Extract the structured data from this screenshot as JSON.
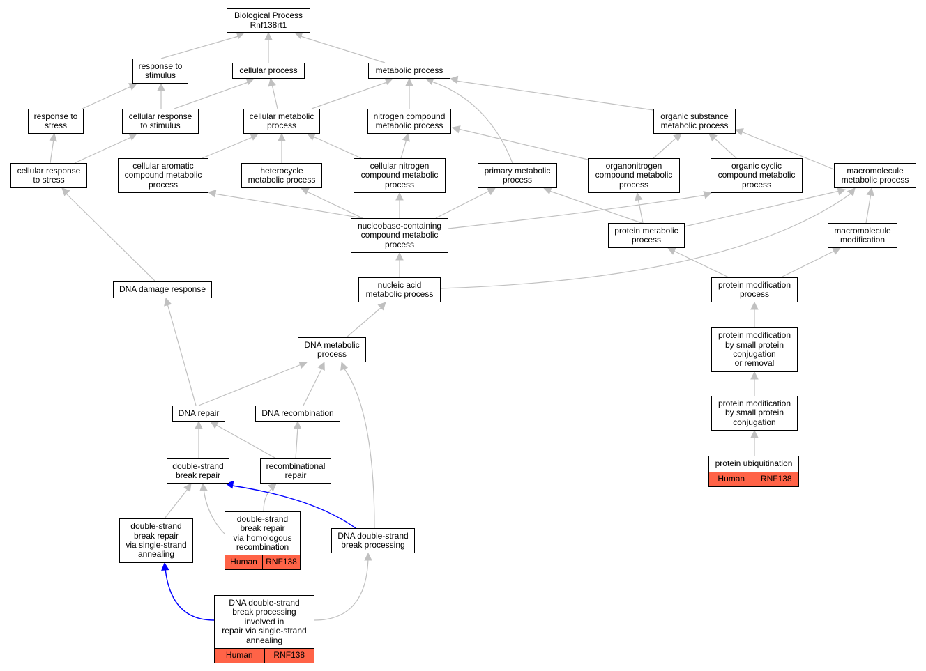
{
  "colors": {
    "edge": "#c0c0c0",
    "highlight_edge": "#0000ff",
    "annotation_fill": "#ff6347"
  },
  "nodes": {
    "biological_process": {
      "label": "Biological Process\nRnf138rt1"
    },
    "response_to_stimulus": {
      "label": "response to\nstimulus"
    },
    "cellular_process": {
      "label": "cellular process"
    },
    "metabolic_process": {
      "label": "metabolic process"
    },
    "response_to_stress": {
      "label": "response to\nstress"
    },
    "cellular_response_to_stimulus": {
      "label": "cellular response\nto stimulus"
    },
    "cellular_metabolic_process": {
      "label": "cellular metabolic\nprocess"
    },
    "nitrogen_compound_metabolic_process": {
      "label": "nitrogen compound\nmetabolic process"
    },
    "organic_substance_metabolic_process": {
      "label": "organic substance\nmetabolic process"
    },
    "cellular_response_to_stress": {
      "label": "cellular response\nto stress"
    },
    "cellular_aromatic_compound_metabolic_process": {
      "label": "cellular aromatic\ncompound metabolic\nprocess"
    },
    "heterocycle_metabolic_process": {
      "label": "heterocycle\nmetabolic process"
    },
    "cellular_nitrogen_compound_metabolic_process": {
      "label": "cellular nitrogen\ncompound metabolic\nprocess"
    },
    "primary_metabolic_process": {
      "label": "primary metabolic\nprocess"
    },
    "organonitrogen_compound_metabolic_process": {
      "label": "organonitrogen\ncompound metabolic\nprocess"
    },
    "organic_cyclic_compound_metabolic_process": {
      "label": "organic cyclic\ncompound metabolic\nprocess"
    },
    "macromolecule_metabolic_process": {
      "label": "macromolecule\nmetabolic process"
    },
    "nucleobase_containing_compound_metabolic_process": {
      "label": "nucleobase-containing\ncompound metabolic\nprocess"
    },
    "protein_metabolic_process": {
      "label": "protein metabolic\nprocess"
    },
    "macromolecule_modification": {
      "label": "macromolecule\nmodification"
    },
    "dna_damage_response": {
      "label": "DNA damage response"
    },
    "nucleic_acid_metabolic_process": {
      "label": "nucleic acid\nmetabolic process"
    },
    "protein_modification_process": {
      "label": "protein modification\nprocess"
    },
    "dna_metabolic_process": {
      "label": "DNA metabolic\nprocess"
    },
    "protein_modification_by_small_protein_conjugation_or_removal": {
      "label": "protein modification\nby small protein\nconjugation\nor removal"
    },
    "dna_repair": {
      "label": "DNA repair"
    },
    "dna_recombination": {
      "label": "DNA recombination"
    },
    "protein_modification_by_small_protein_conjugation": {
      "label": "protein modification\nby small protein\nconjugation"
    },
    "protein_ubiquitination": {
      "label": "protein ubiquitination",
      "species": "Human",
      "gene": "RNF138"
    },
    "double_strand_break_repair": {
      "label": "double-strand\nbreak repair"
    },
    "recombinational_repair": {
      "label": "recombinational\nrepair"
    },
    "dsb_repair_via_single_strand_annealing": {
      "label": "double-strand\nbreak repair\nvia single-strand\nannealing"
    },
    "dsb_repair_via_homologous_recombination": {
      "label": "double-strand\nbreak repair\nvia homologous\nrecombination",
      "species": "Human",
      "gene": "RNF138"
    },
    "dna_double_strand_break_processing": {
      "label": "DNA double-strand\nbreak processing"
    },
    "dna_dsb_processing_involved_in_repair_via_ssa": {
      "label": "DNA double-strand\nbreak processing\ninvolved in\nrepair via single-strand\nannealing",
      "species": "Human",
      "gene": "RNF138"
    }
  }
}
